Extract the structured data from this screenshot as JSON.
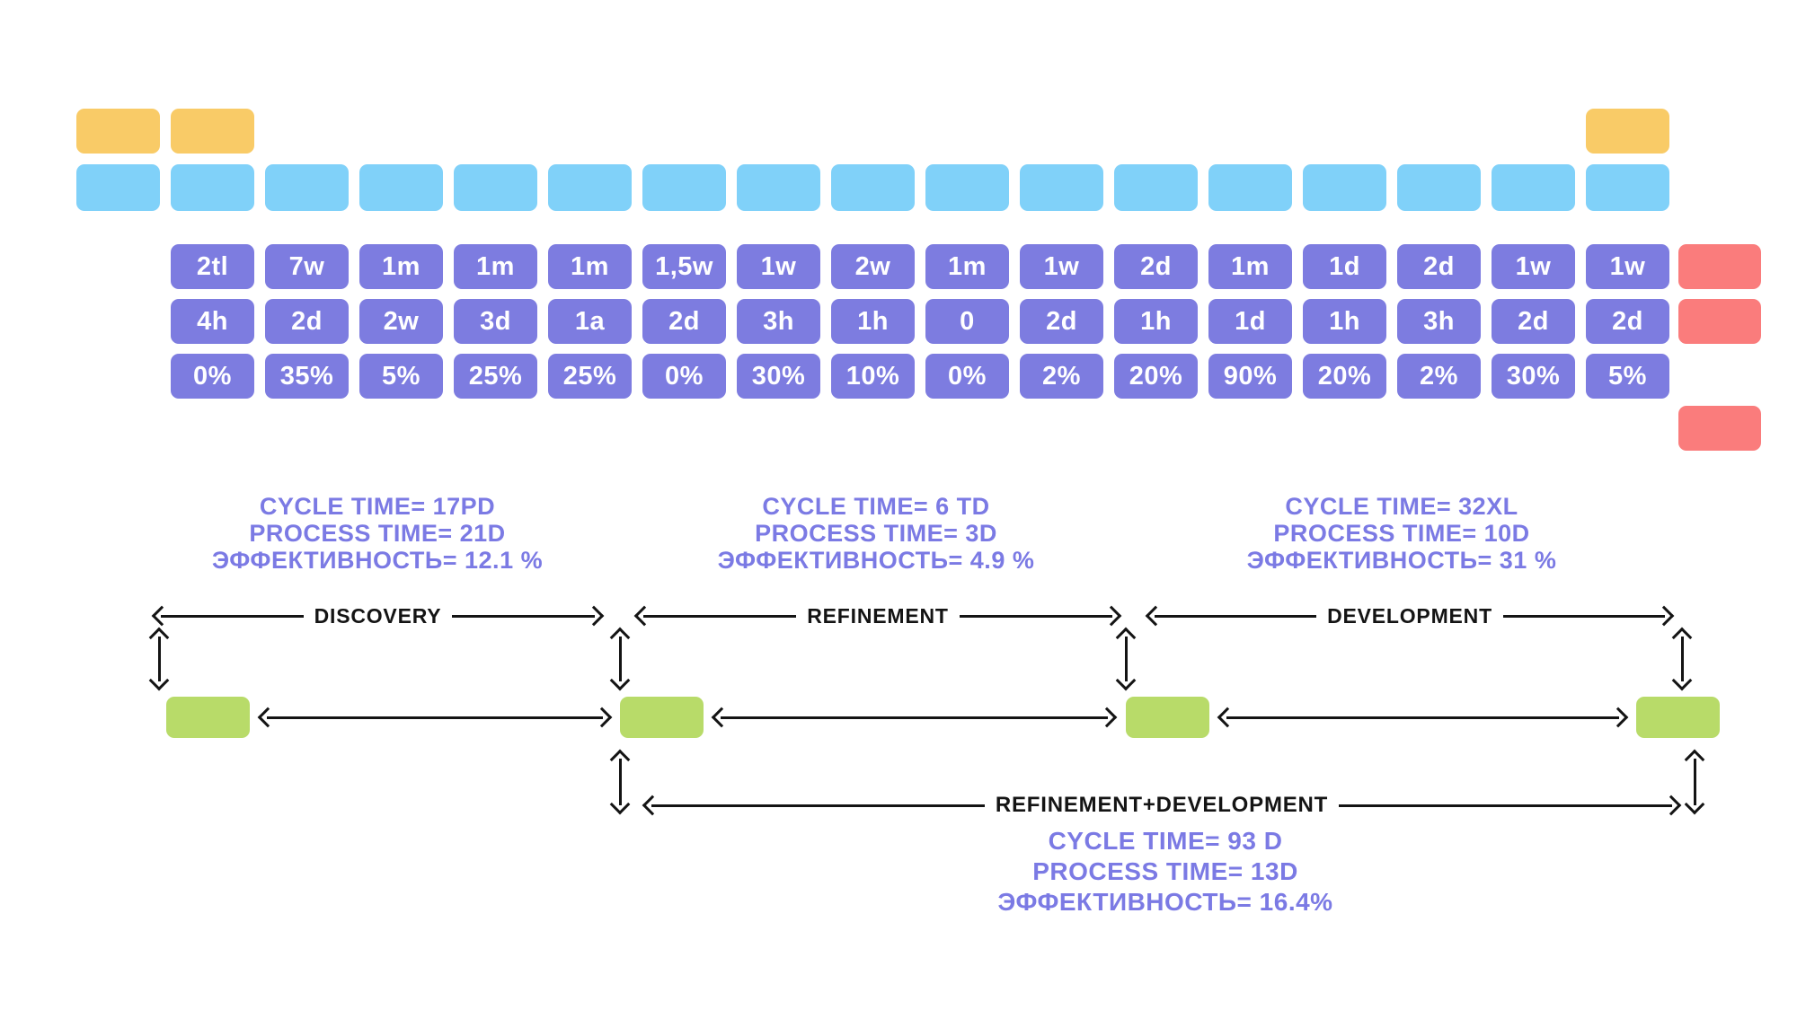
{
  "colors": {
    "yellow_card": "#f9cb67",
    "blue_card": "#80d1f9",
    "purple_chip": "#7d7ce0",
    "red_card": "#fa7c7c",
    "green_card": "#b8db69",
    "metric_text": "#7b7ae4",
    "arrow_black": "#141414",
    "background": "#ffffff"
  },
  "board": {
    "lead_times": [
      "2tl",
      "7w",
      "1m",
      "1m",
      "1m",
      "1,5w",
      "1w",
      "2w",
      "1m",
      "1w",
      "2d",
      "1m",
      "1d",
      "2d",
      "1w",
      "1w"
    ],
    "process_times": [
      "4h",
      "2d",
      "2w",
      "3d",
      "1a",
      "2d",
      "3h",
      "1h",
      "0",
      "2d",
      "1h",
      "1d",
      "1h",
      "3h",
      "2d",
      "2d"
    ],
    "efficiencies": [
      "0%",
      "35%",
      "5%",
      "25%",
      "25%",
      "0%",
      "30%",
      "10%",
      "0%",
      "2%",
      "20%",
      "90%",
      "20%",
      "2%",
      "30%",
      "5%"
    ]
  },
  "sections": {
    "discovery": {
      "label": "DISCOVERY",
      "metrics": [
        "CYCLE TIME= 17PD",
        "PROCESS TIME= 21D",
        "ЭФФЕКТИВНОСТЬ= 12.1 %"
      ]
    },
    "refinement": {
      "label": "REFINEMENT",
      "metrics": [
        "CYCLE TIME= 6 TD",
        "PROCESS TIME= 3D",
        "ЭФФЕКТИВНОСТЬ= 4.9 %"
      ]
    },
    "development": {
      "label": "DEVELOPMENT",
      "metrics": [
        "CYCLE TIME= 32XL",
        "PROCESS TIME= 10D",
        "ЭФФЕКТИВНОСТЬ= 31 %"
      ]
    },
    "combined": {
      "label": "REFINEMENT+DEVELOPMENT",
      "metrics": [
        "CYCLE TIME= 93 D",
        "PROCESS TIME= 13D",
        "ЭФФЕКТИВНОСТЬ= 16.4%"
      ]
    }
  }
}
